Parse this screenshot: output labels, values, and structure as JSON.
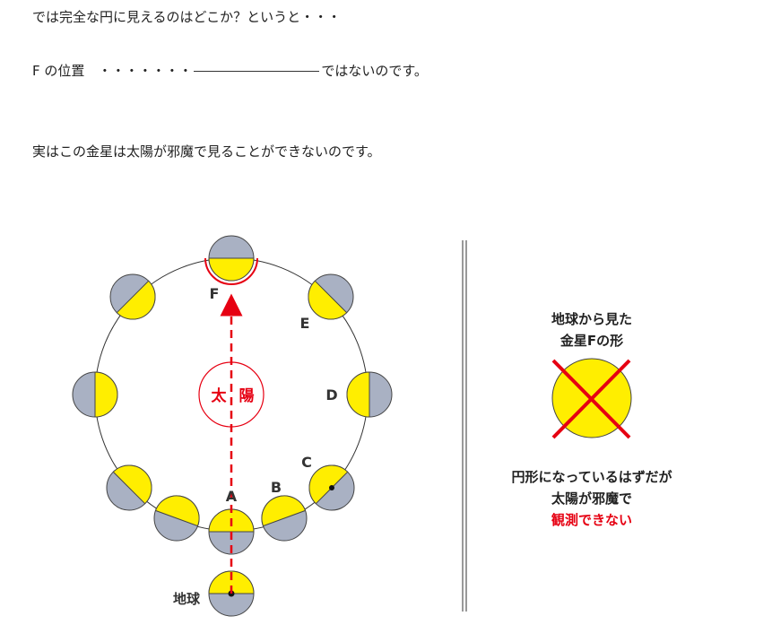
{
  "text": {
    "line1": "では完全な円に見えるのはどこか？というと・・・",
    "line2_prefix": "F の位置　・・・・・・・",
    "line2_suffix": "ではないのです。",
    "line3": "実はこの金星は太陽が邪魔で見ることができないのです。"
  },
  "diagram": {
    "sun": {
      "char1": "太",
      "char2": "陽"
    },
    "earth_label": "地球",
    "labels": {
      "A": "A",
      "B": "B",
      "C": "C",
      "D": "D",
      "E": "E",
      "F": "F"
    },
    "colors": {
      "lit": "#ffee00",
      "dark": "#a9b1c3",
      "accent": "#e60012"
    }
  },
  "panel": {
    "title1": "地球から見た",
    "title2": "金星Fの形",
    "caption1": "円形になっているはずだが",
    "caption2": "太陽が邪魔で",
    "caption3": "観測できない"
  }
}
